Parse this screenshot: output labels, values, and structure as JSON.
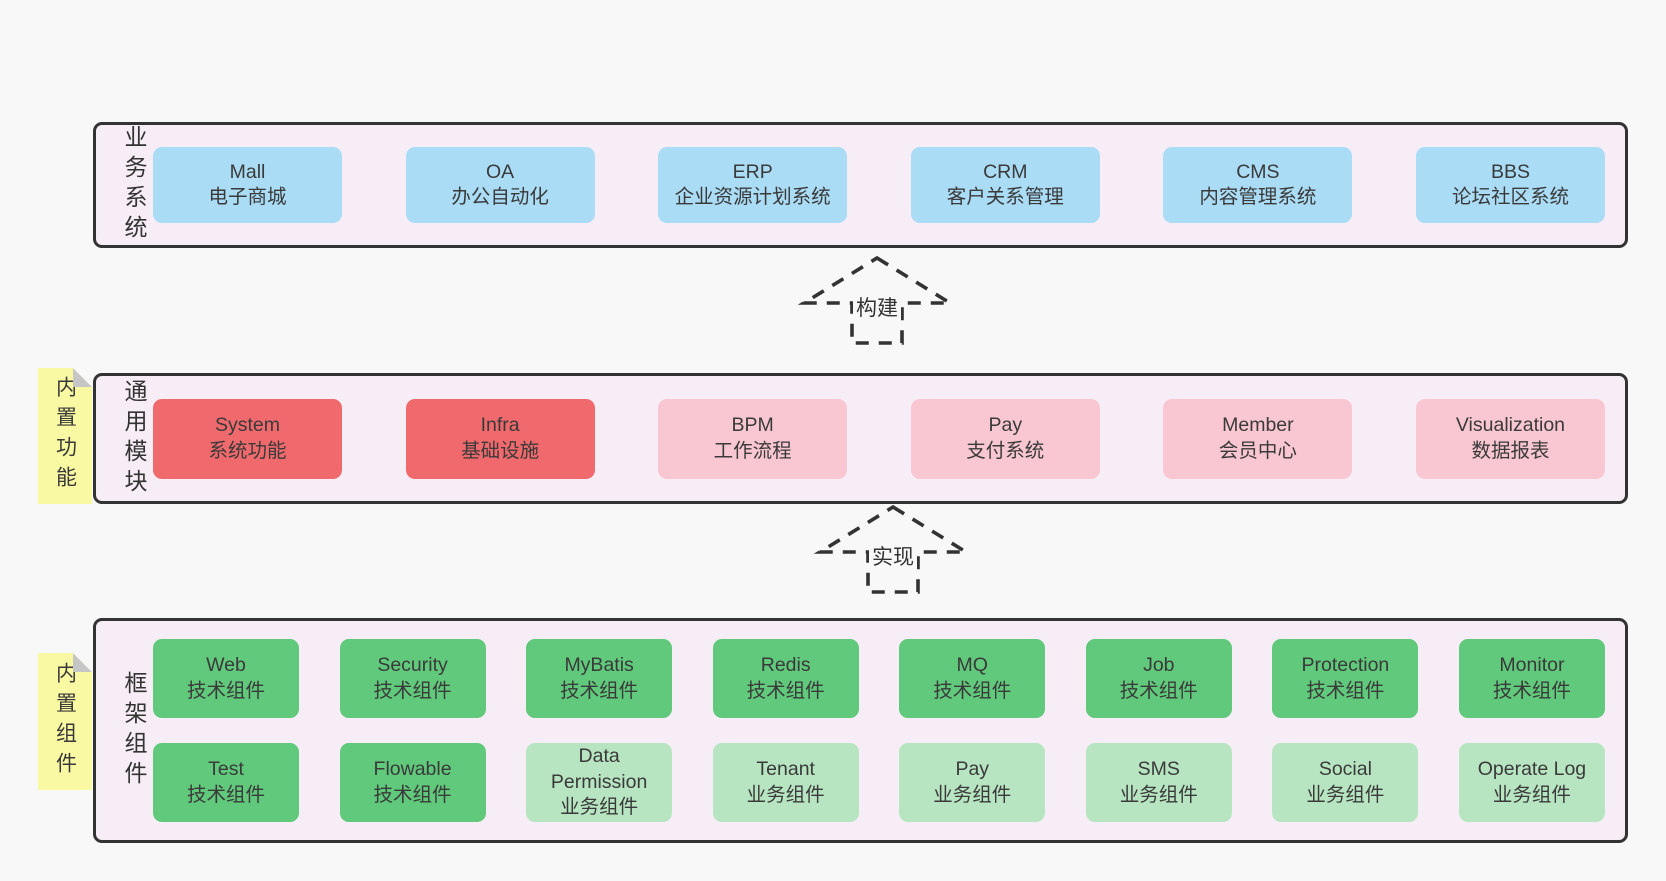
{
  "colors": {
    "page_bg": "#f8f8f8",
    "band_bg": "#f7edf6",
    "band_border": "#333333",
    "text": "#3a3a3a",
    "note_bg": "#f9f9a3",
    "note_fold": "#c6c6c6",
    "arrow_stroke": "#333333",
    "box_blue": "#aadcf6",
    "box_red": "#f0696c",
    "box_pink": "#f9c7d1",
    "box_green": "#60c97b",
    "box_green_light": "#b8e5c1"
  },
  "bands": [
    {
      "name": "business-systems",
      "label": "业务系统",
      "note": null,
      "rows": [
        [
          {
            "title": "Mall",
            "subtitle": "电子商城",
            "type": "blue"
          },
          {
            "title": "OA",
            "subtitle": "办公自动化",
            "type": "blue"
          },
          {
            "title": "ERP",
            "subtitle": "企业资源计划系统",
            "type": "blue"
          },
          {
            "title": "CRM",
            "subtitle": "客户关系管理",
            "type": "blue"
          },
          {
            "title": "CMS",
            "subtitle": "内容管理系统",
            "type": "blue"
          },
          {
            "title": "BBS",
            "subtitle": "论坛社区系统",
            "type": "blue"
          }
        ]
      ]
    },
    {
      "name": "common-modules",
      "label": "通用模块",
      "note": "内置功能",
      "rows": [
        [
          {
            "title": "System",
            "subtitle": "系统功能",
            "type": "red"
          },
          {
            "title": "Infra",
            "subtitle": "基础设施",
            "type": "red"
          },
          {
            "title": "BPM",
            "subtitle": "工作流程",
            "type": "pink"
          },
          {
            "title": "Pay",
            "subtitle": "支付系统",
            "type": "pink"
          },
          {
            "title": "Member",
            "subtitle": "会员中心",
            "type": "pink"
          },
          {
            "title": "Visualization",
            "subtitle": "数据报表",
            "type": "pink"
          }
        ]
      ]
    },
    {
      "name": "framework-components",
      "label": "框架组件",
      "note": "内置组件",
      "rows": [
        [
          {
            "title": "Web",
            "subtitle": "技术组件",
            "type": "green"
          },
          {
            "title": "Security",
            "subtitle": "技术组件",
            "type": "green"
          },
          {
            "title": "MyBatis",
            "subtitle": "技术组件",
            "type": "green"
          },
          {
            "title": "Redis",
            "subtitle": "技术组件",
            "type": "green"
          },
          {
            "title": "MQ",
            "subtitle": "技术组件",
            "type": "green"
          },
          {
            "title": "Job",
            "subtitle": "技术组件",
            "type": "green"
          },
          {
            "title": "Protection",
            "subtitle": "技术组件",
            "type": "green"
          },
          {
            "title": "Monitor",
            "subtitle": "技术组件",
            "type": "green"
          }
        ],
        [
          {
            "title": "Test",
            "subtitle": "技术组件",
            "type": "green"
          },
          {
            "title": "Flowable",
            "subtitle": "技术组件",
            "type": "green"
          },
          {
            "title": "Data Permission",
            "subtitle": "业务组件",
            "type": "green_light"
          },
          {
            "title": "Tenant",
            "subtitle": "业务组件",
            "type": "green_light"
          },
          {
            "title": "Pay",
            "subtitle": "业务组件",
            "type": "green_light"
          },
          {
            "title": "SMS",
            "subtitle": "业务组件",
            "type": "green_light"
          },
          {
            "title": "Social",
            "subtitle": "业务组件",
            "type": "green_light"
          },
          {
            "title": "Operate Log",
            "subtitle": "业务组件",
            "type": "green_light"
          }
        ]
      ]
    }
  ],
  "arrows": [
    {
      "label": "构建"
    },
    {
      "label": "实现"
    }
  ]
}
